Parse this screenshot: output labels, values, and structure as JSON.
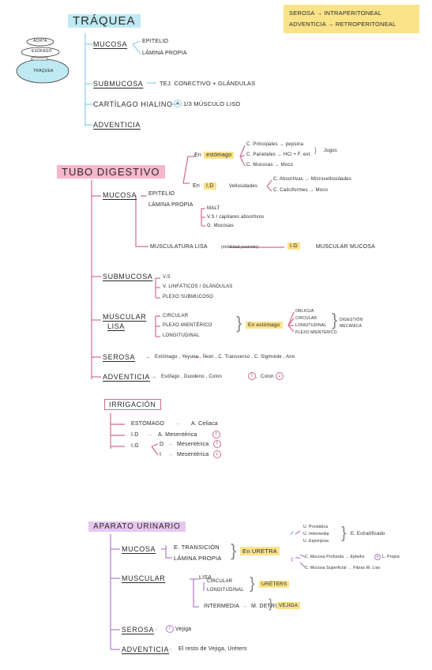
{
  "note": {
    "line1": "SEROSA → INTRAPERITONEAL",
    "line2": "ADVENTICIA → RETROPERITONEAL"
  },
  "diagram": {
    "top": "AORTA",
    "mid": "ESÓFAGO",
    "bottom": "TRÁQUEA"
  },
  "traquea": {
    "title": "TRÁQUEA",
    "mucosa": "MUCOSA",
    "epitelio": "EPITELIO",
    "lamina": "LÁMINA PROPIA",
    "submucosa": "SUBMUCOSA",
    "submucosa_desc": "TEJ. CONECTIVO + GLÁNDULAS",
    "cartilago": "CARTÍLAGO HIALINO",
    "plus": "+",
    "musculo": "1/3 MÚSCULO LISO",
    "adventicia": "ADVENTICIA"
  },
  "tubo": {
    "title": "TUBO DIGESTIVO",
    "mucosa": "MUCOSA",
    "epitelio": "EPITELIO",
    "lamina": "LÁMINA PROPIA",
    "en": "En",
    "estomago": "estómago",
    "id": "I.D",
    "c_principales": "C. Principales → pepsina",
    "c_parietales": "C. Parietales → HCl + F. ext.",
    "c_mucosas": "C. Mucosas → Moco",
    "jugos": "Jugos",
    "vellosidades": "Vellosidades",
    "c_absortivas": "C. Absortivas → Microvellosidades",
    "c_caliciformes": "C. Caliciformes → Moco",
    "malt": "MALT",
    "vs": "V.S / capilares absortivos",
    "g_mucosas": "G. Mucosas",
    "musculatura": "MUSCULATURA LISA",
    "musc_note": "(motilidad posición)",
    "ig": "I.G",
    "muscular_mucosa": "MUSCULAR MUCOSA",
    "submucosa": "SUBMUCOSA",
    "sub_vs": "V.S",
    "sub_vl": "V. LINFÁTICOS / GLÁNDULAS",
    "sub_plexo": "PLEXO SUBMUCOSO",
    "muscular": "MUSCULAR",
    "lisa": "LISA",
    "circular": "CIRCULAR",
    "plexo_mient": "PLEXO MIENTÉRICO",
    "longitudinal": "LONGITUDINAL",
    "en_estomago": "En estómago",
    "oblicua": "OBLICUA",
    "circular2": "CIRCULAR",
    "longitudinal2": "LONGITUDINAL",
    "plexo2": "PLEXO MIENTÉRICO",
    "digestion": "DIGESTIÓN",
    "mecanica": "MECÁNICA",
    "serosa": "SEROSA",
    "serosa_list": "Estómago , Yeyuno , Íleon , C. Transverso , C. Sigmoide , Ano",
    "adventicia": "ADVENTICIA",
    "adv_list": "Esófago , Duodeno , Colon",
    "sep": ",",
    "colon2": "Colon",
    "up": "↑",
    "down": "↓"
  },
  "irrigacion": {
    "title": "IRRIGACIÓN",
    "estomago": "ESTÓMAGO",
    "celiaca": "A. Celiaca",
    "id": "I.D",
    "mes1": "A. Mesentérica",
    "ig": "I.G",
    "d": "D",
    "i": "I",
    "mes2": "Mesentérica",
    "mes3": "Mesentérica",
    "up": "↑",
    "down": "↓"
  },
  "urinario": {
    "title": "APARATO URINARIO",
    "mucosa": "MUCOSA",
    "e_trans": "E. TRANSICIÓN",
    "lamina": "LÁMINA PROPIA",
    "en_uretra": "En URETRA",
    "male": "♂",
    "female": "♀",
    "u_prostatica": "U. Prostática",
    "u_intermedia": "U. Intermedia",
    "u_esponjosa": "U. Esponjosa",
    "e_estratificado": "E. Estratificado",
    "c_mucosa_prof": "C. Mucosa Profunda → Epitelio",
    "plus": "+",
    "l_propia": "L. Propia",
    "c_mucosa_sup": "C. Mucosa Superficial → Fibras M. Liso",
    "muscular": "MUSCULAR",
    "lisa": "LISA",
    "circular": "CIRCULAR",
    "longitudinal": "LONGITUDINAL",
    "ureteres": "URÉTERS",
    "intermedia": "INTERMEDIA",
    "detrusor": "M. DETRUSOR",
    "vejiga": "VEJIGA",
    "serosa": "SEROSA",
    "up": "↑",
    "vejiga2": "Vejiga",
    "adventicia": "ADVENTICIA",
    "adv_desc": "El resto de Vejiga, Uréters"
  },
  "colors": {
    "cyan": "#bfe9f3",
    "pink": "#f6b7cc",
    "purple": "#e6c7f0",
    "yellow": "#fbe38a",
    "line_cyan": "#8fcde3",
    "line_pink": "#d46a8f",
    "line_purple": "#b07ad0"
  }
}
